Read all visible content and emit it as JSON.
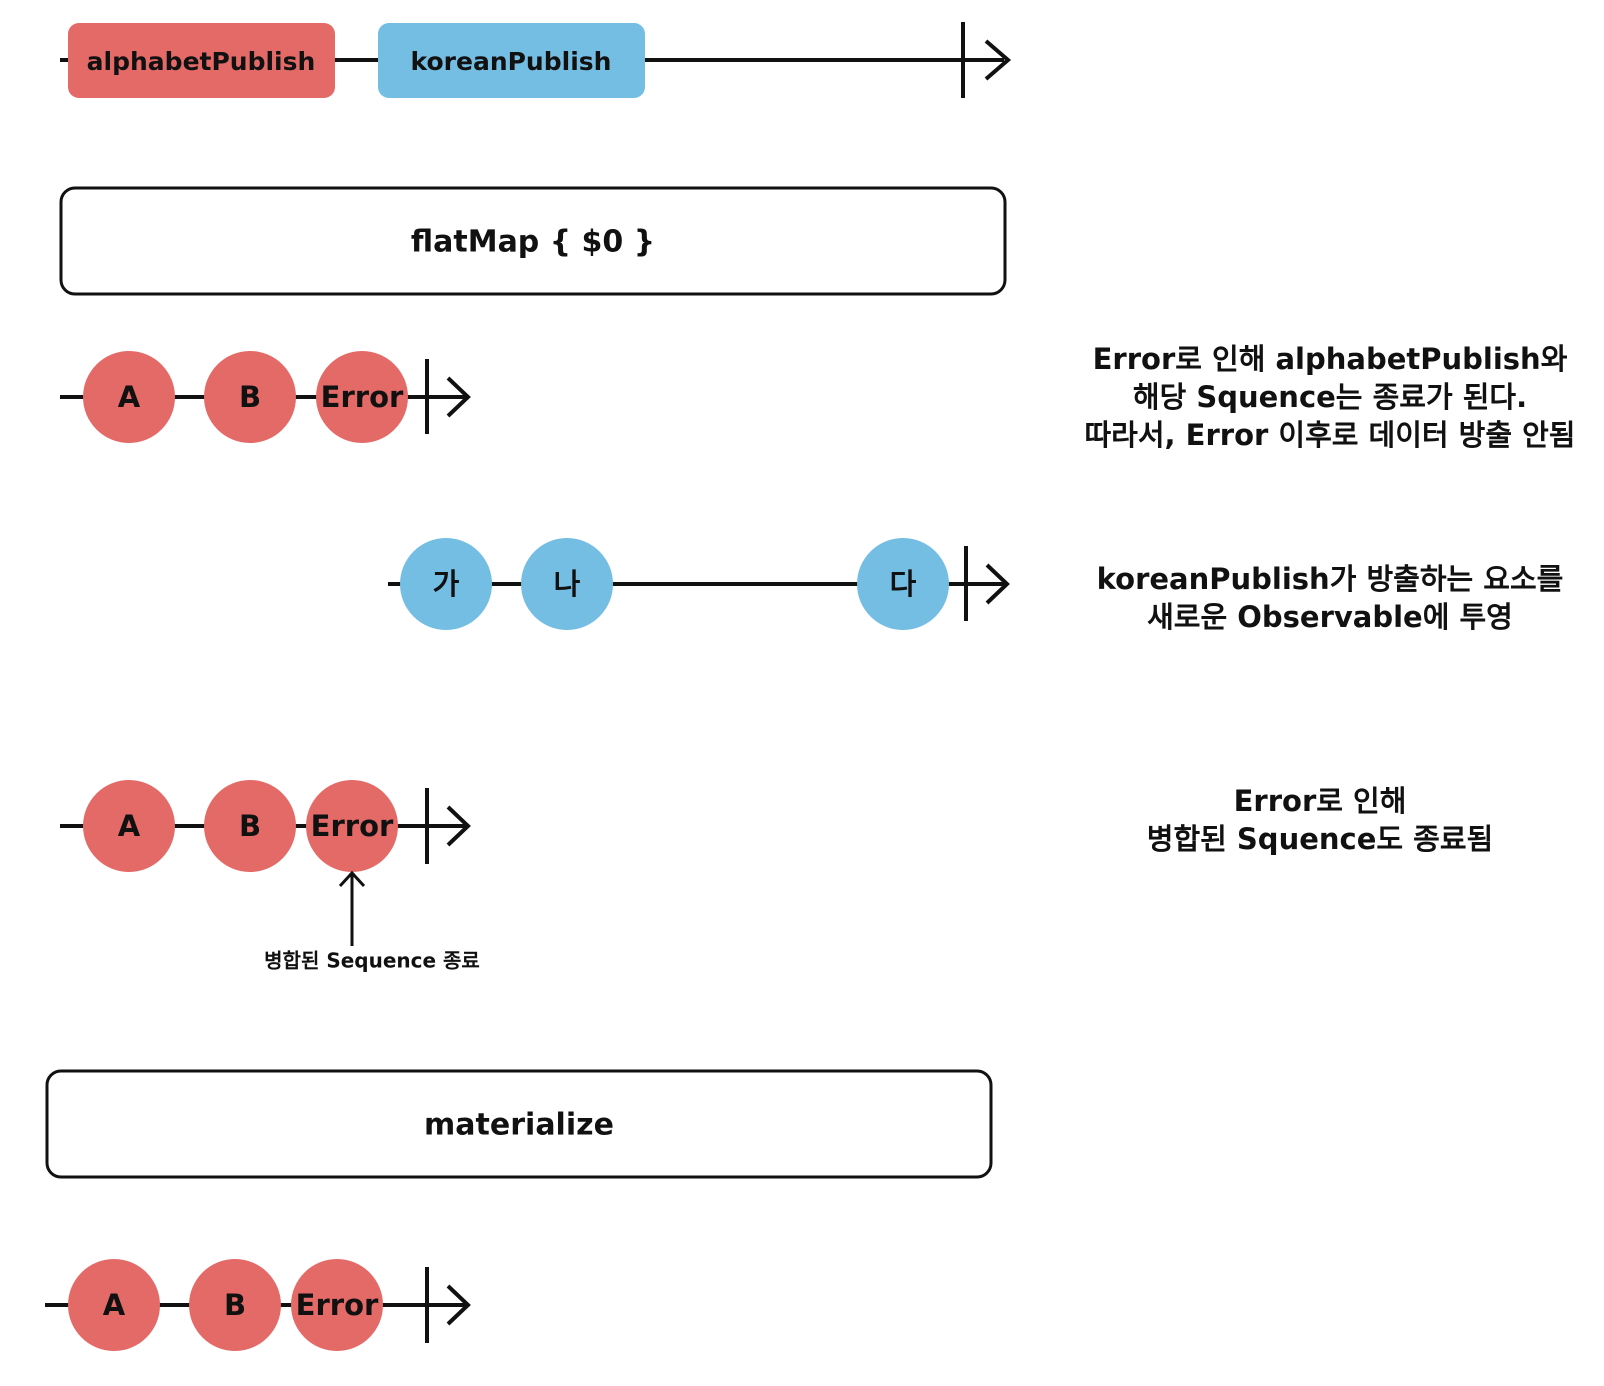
{
  "colors": {
    "alphabet": "#e46a68",
    "korean": "#74bde3",
    "line": "#111111",
    "box_border": "#111111"
  },
  "sources": {
    "alphabet_label": "alphabetPublish",
    "korean_label": "koreanPublish"
  },
  "operators": {
    "flatmap_label": "flatMap { $0 }",
    "materialize_label": "materialize"
  },
  "alphabet_stream": {
    "items": [
      "A",
      "B",
      "Error"
    ]
  },
  "korean_stream": {
    "items": [
      "가",
      "나",
      "다"
    ]
  },
  "merged_stream": {
    "items": [
      "A",
      "B",
      "Error"
    ],
    "callout": "병합된 Sequence 종료"
  },
  "materialized_stream": {
    "items": [
      "A",
      "B",
      "Error"
    ]
  },
  "notes": {
    "alphabet_note": [
      "Error로 인해 alphabetPublish와",
      "해당 Squence는 종료가 된다.",
      "따라서, Error 이후로 데이터 방출 안됨"
    ],
    "korean_note": [
      "koreanPublish가 방출하는 요소를",
      "새로운 Observable에 투영"
    ],
    "merged_note": [
      "Error로 인해",
      "병합된 Squence도 종료됨"
    ]
  }
}
